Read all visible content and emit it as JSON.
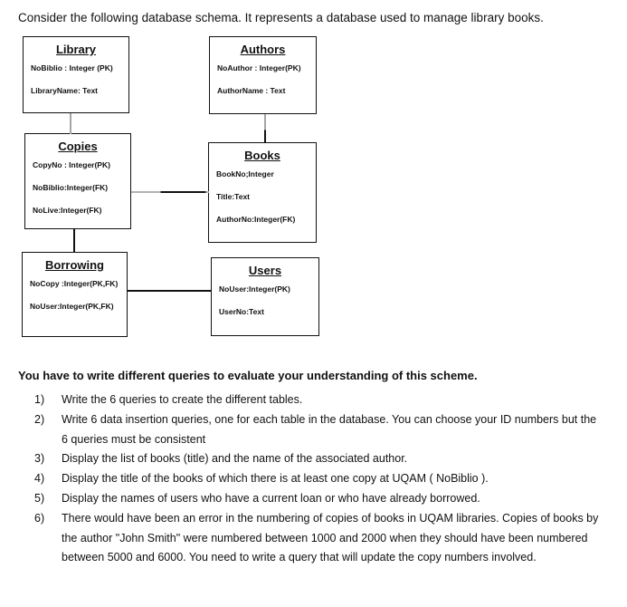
{
  "colors": {
    "background": "#ffffff",
    "text": "#111111",
    "connector_gray": "#a6a6a6"
  },
  "intro": "Consider the following database schema. It represents a database used to manage library books.",
  "diagram": {
    "entities": [
      {
        "title": "Library",
        "attributes": [
          "NoBiblio : Integer (PK)",
          "LibraryName: Text"
        ]
      },
      {
        "title": "Authors",
        "attributes": [
          "NoAuthor : Integer(PK)",
          "AuthorName : Text"
        ]
      },
      {
        "title": "Copies",
        "attributes": [
          "CopyNo : Integer(PK)",
          "NoBiblio:Integer(FK)",
          "NoLive:Integer(FK)"
        ]
      },
      {
        "title": "Books",
        "attributes": [
          "BookNo;Integer",
          "Title:Text",
          "AuthorNo:Integer(FK)"
        ]
      },
      {
        "title": "Borrowing",
        "attributes": [
          "NoCopy :Integer(PK,FK)",
          "NoUser:Integer(PK,FK)"
        ]
      },
      {
        "title": "Users",
        "attributes": [
          "NoUser:Integer(PK)",
          "UserNo:Text"
        ]
      }
    ],
    "connections": [
      "Library-Copies",
      "Authors-Books",
      "Copies-Books",
      "Copies-Borrowing",
      "Borrowing-Users"
    ]
  },
  "task": {
    "heading": "You have to write different queries to evaluate your understanding of this scheme.",
    "items": [
      {
        "number": "1)",
        "text": "Write the 6 queries to create the different tables."
      },
      {
        "number": "2)",
        "text": " Write 6 data insertion queries, one for each table in the database. You can choose your ID numbers but the 6 queries must be consistent"
      },
      {
        "number": "3)",
        "text": "Display the list of books (title) and the name of the associated author."
      },
      {
        "number": "4)",
        "text": "Display the title of the books of which there is at least one copy at UQAM ( NoBiblio )."
      },
      {
        "number": "5)",
        "text": "Display the names of users who have a current loan or who have already borrowed."
      },
      {
        "number": "6)",
        "text": "There would have been an error in the numbering of copies of books in UQAM libraries. Copies of books by the author \"John Smith\" were numbered between 1000 and 2000 when they should have been numbered between 5000 and 6000. You need to write a query that will update the copy numbers involved."
      }
    ]
  }
}
